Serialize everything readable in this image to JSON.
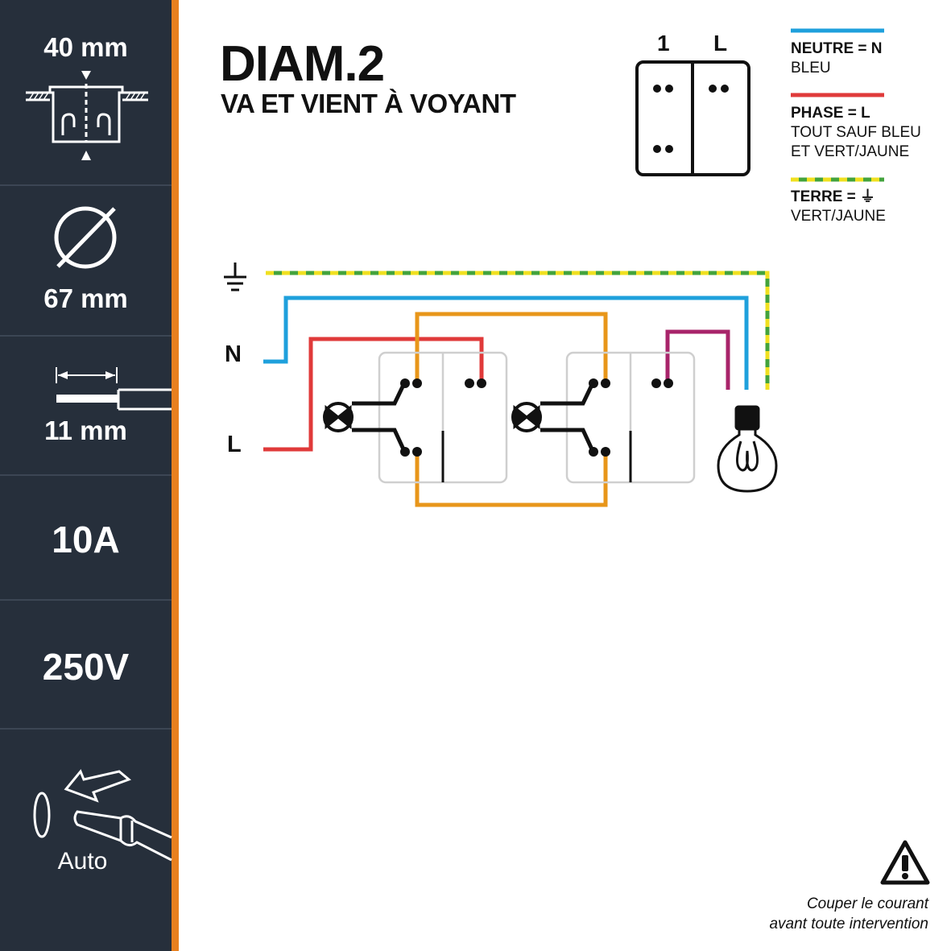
{
  "sidebar": {
    "box_depth": "40 mm",
    "diameter": "67 mm",
    "strip_length": "11 mm",
    "current": "10A",
    "voltage": "250V",
    "connection": "Auto"
  },
  "header": {
    "title": "DIAM.2",
    "subtitle": "VA ET VIENT À VOYANT"
  },
  "switch_top": {
    "label_left": "1",
    "label_right": "L"
  },
  "legend": {
    "neutral_title": "NEUTRE = N",
    "neutral_desc": "BLEU",
    "phase_title": "PHASE = L",
    "phase_desc_1": "TOUT SAUF BLEU",
    "phase_desc_2": "ET VERT/JAUNE",
    "earth_title": "TERRE = ⏚",
    "earth_desc": "VERT/JAUNE"
  },
  "diagram": {
    "neutral_label": "N",
    "phase_label": "L"
  },
  "warning": {
    "line1": "Couper le courant",
    "line2": "avant toute intervention"
  },
  "colors": {
    "sidebar_bg": "#262f3b",
    "accent": "#e8801f",
    "neutral": "#1fa0dc",
    "phase": "#e03a3a",
    "traveler": "#e8961a",
    "return": "#a8246a",
    "earth_green": "#43a33c",
    "earth_yellow": "#f0e020"
  },
  "icons": [
    "flush-box-icon",
    "diameter-icon",
    "strip-length-icon",
    "auto-terminal-icon",
    "earth-symbol-icon",
    "indicator-lamp-icon",
    "light-bulb-icon",
    "warning-icon"
  ]
}
